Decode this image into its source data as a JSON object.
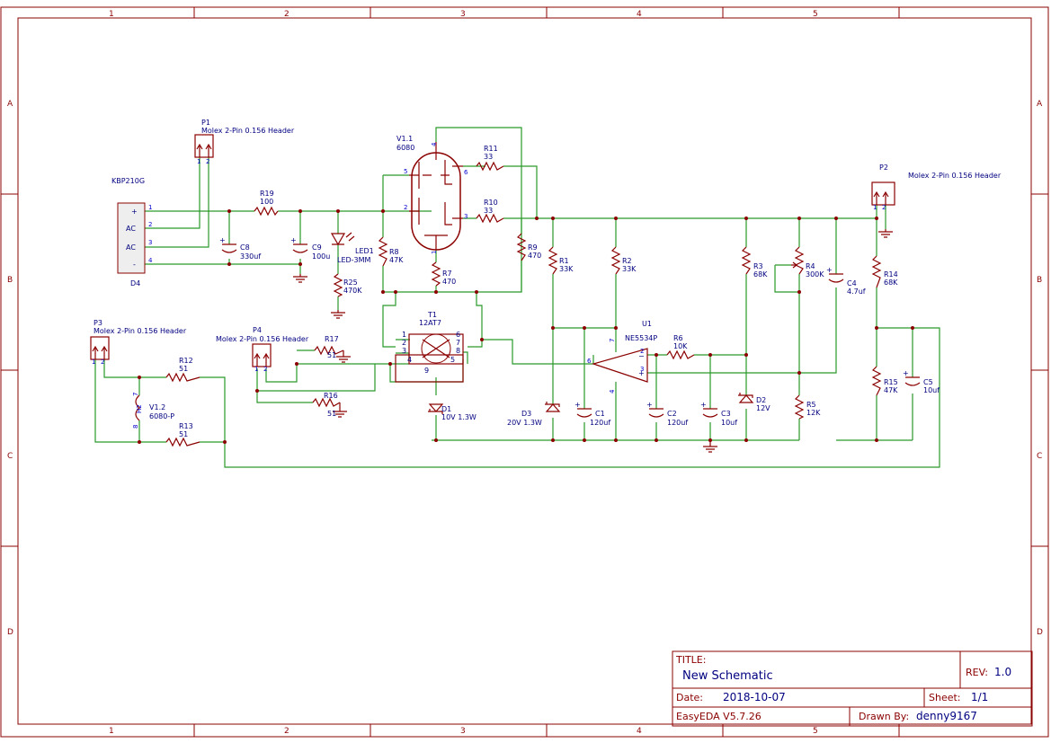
{
  "zones": {
    "columns": [
      "1",
      "2",
      "3",
      "4",
      "5"
    ],
    "rows": [
      "A",
      "B",
      "C",
      "D"
    ]
  },
  "components": {
    "p1": {
      "ref": "P1",
      "desc": "Molex 2-Pin 0.156 Header",
      "pins": [
        "1",
        "2"
      ]
    },
    "p2": {
      "ref": "P2",
      "desc": "Molex 2-Pin 0.156 Header",
      "pins": [
        "1",
        "2"
      ]
    },
    "p3": {
      "ref": "P3",
      "desc": "Molex 2-Pin 0.156 Header",
      "pins": [
        "1",
        "2"
      ]
    },
    "p4": {
      "ref": "P4",
      "desc": "Molex 2-Pin 0.156 Header",
      "pins": [
        "1",
        "2"
      ]
    },
    "d4": {
      "ref": "D4",
      "part": "KBP210G",
      "pins": [
        "+",
        "AC",
        "AC",
        "-"
      ],
      "pinnums": [
        "1",
        "2",
        "3",
        "4"
      ]
    },
    "r19": {
      "ref": "R19",
      "value": "100"
    },
    "c8": {
      "ref": "C8",
      "value": "330uf"
    },
    "c9": {
      "ref": "C9",
      "value": "100u"
    },
    "led1": {
      "ref": "LED1",
      "value": "LED-3MM"
    },
    "r25": {
      "ref": "R25",
      "value": "470K"
    },
    "r8": {
      "ref": "R8",
      "value": "47K"
    },
    "v11": {
      "ref": "V1.1",
      "value": "6080",
      "pins": [
        "4",
        "5",
        "6",
        "2",
        "3",
        "1"
      ]
    },
    "r11": {
      "ref": "R11",
      "value": "33"
    },
    "r10": {
      "ref": "R10",
      "value": "33"
    },
    "r9": {
      "ref": "R9",
      "value": "470"
    },
    "r7": {
      "ref": "R7",
      "value": "470"
    },
    "t1": {
      "ref": "T1",
      "value": "12AT7",
      "pins": [
        "1",
        "2",
        "3",
        "4",
        "9",
        "5",
        "6",
        "7",
        "8"
      ]
    },
    "d1": {
      "ref": "D1",
      "value": "10V 1.3W"
    },
    "r17": {
      "ref": "R17",
      "value": "51"
    },
    "r16": {
      "ref": "R16",
      "value": "51"
    },
    "r12": {
      "ref": "R12",
      "value": "51"
    },
    "r13": {
      "ref": "R13",
      "value": "51"
    },
    "v12": {
      "ref": "V1.2",
      "value": "6080-P",
      "pins": [
        "7",
        "8"
      ],
      "inner": "H2"
    },
    "r1": {
      "ref": "R1",
      "value": "33K"
    },
    "r2": {
      "ref": "R2",
      "value": "33K"
    },
    "u1": {
      "ref": "U1",
      "value": "NE5534P",
      "pins": [
        "6",
        "2",
        "3",
        "7",
        "4"
      ]
    },
    "r6": {
      "ref": "R6",
      "value": "10K"
    },
    "d3": {
      "ref": "D3",
      "value": "20V 1.3W"
    },
    "c1": {
      "ref": "C1",
      "value": "120uf"
    },
    "c2": {
      "ref": "C2",
      "value": "120uf"
    },
    "c3": {
      "ref": "C3",
      "value": "10uf"
    },
    "r3": {
      "ref": "R3",
      "value": "68K"
    },
    "d2": {
      "ref": "D2",
      "value": "12V"
    },
    "r4": {
      "ref": "R4",
      "value": "300K"
    },
    "r5": {
      "ref": "R5",
      "value": "12K"
    },
    "c4": {
      "ref": "C4",
      "value": "4.7uf"
    },
    "r14": {
      "ref": "R14",
      "value": "68K"
    },
    "r15": {
      "ref": "R15",
      "value": "47K"
    },
    "c5": {
      "ref": "C5",
      "value": "10uf"
    }
  },
  "title_block": {
    "title_label": "TITLE:",
    "title": "New Schematic",
    "rev_label": "REV:",
    "rev": "1.0",
    "date_label": "Date:",
    "date": "2018-10-07",
    "sheet_label": "Sheet:",
    "sheet": "1/1",
    "software": "EasyEDA V5.7.26",
    "drawn_label": "Drawn By:",
    "drawn_by": "denny9167"
  }
}
